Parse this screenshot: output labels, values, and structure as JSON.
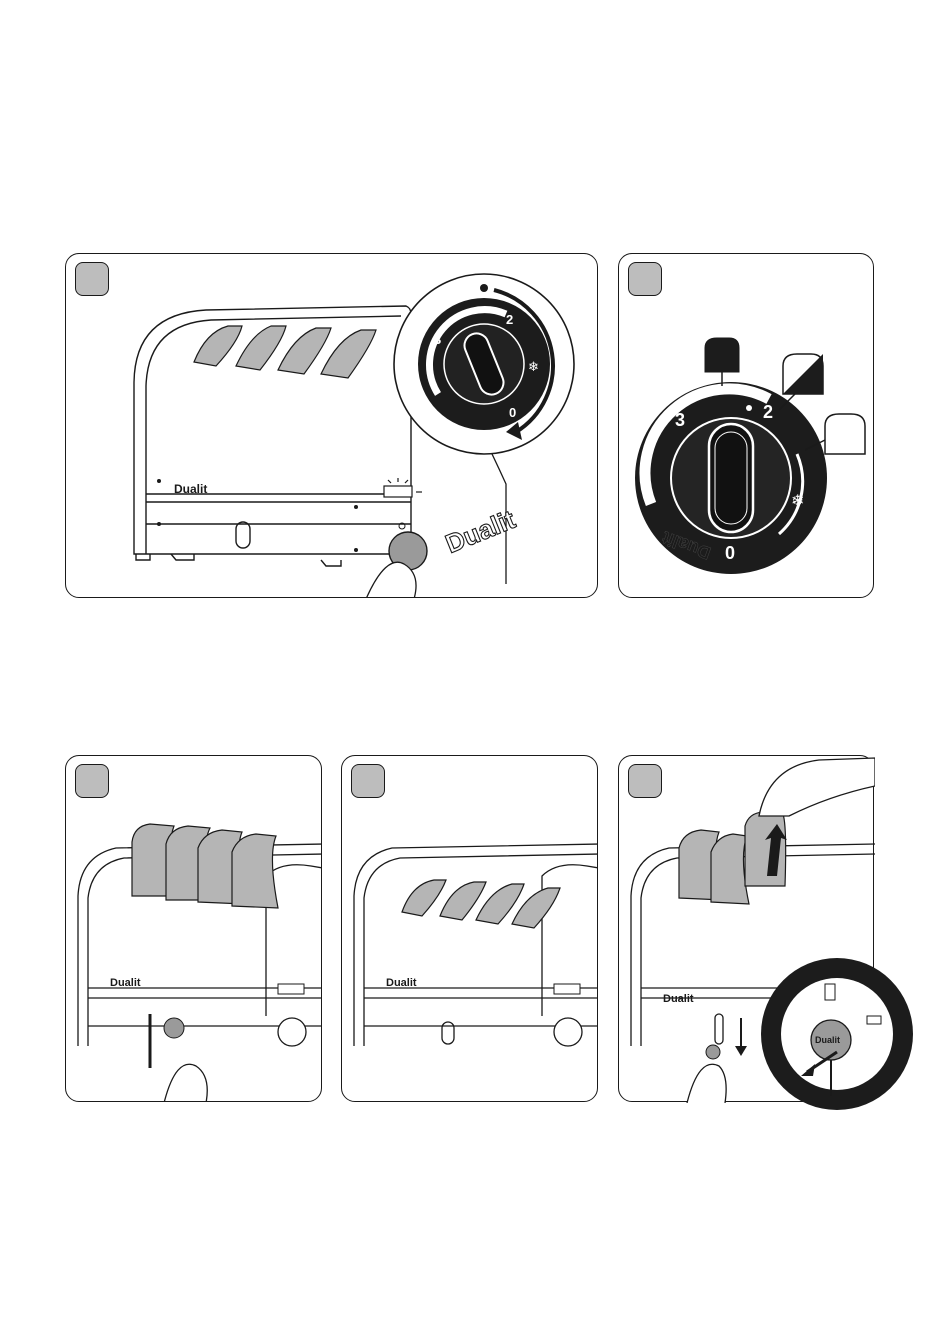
{
  "brand": "Dualit",
  "dial_numbers": {
    "three": "3",
    "two": "2",
    "zero": "0"
  },
  "colors": {
    "step_badge": "#bdbdbd",
    "outline": "#1a1a1a",
    "bread": "#b5b5b5",
    "dial": "#1c1c1c"
  },
  "icons": [
    "toast-dark-icon",
    "toast-half-icon",
    "toast-light-icon",
    "snowflake-icon",
    "arrow-icon",
    "hand-icon"
  ]
}
